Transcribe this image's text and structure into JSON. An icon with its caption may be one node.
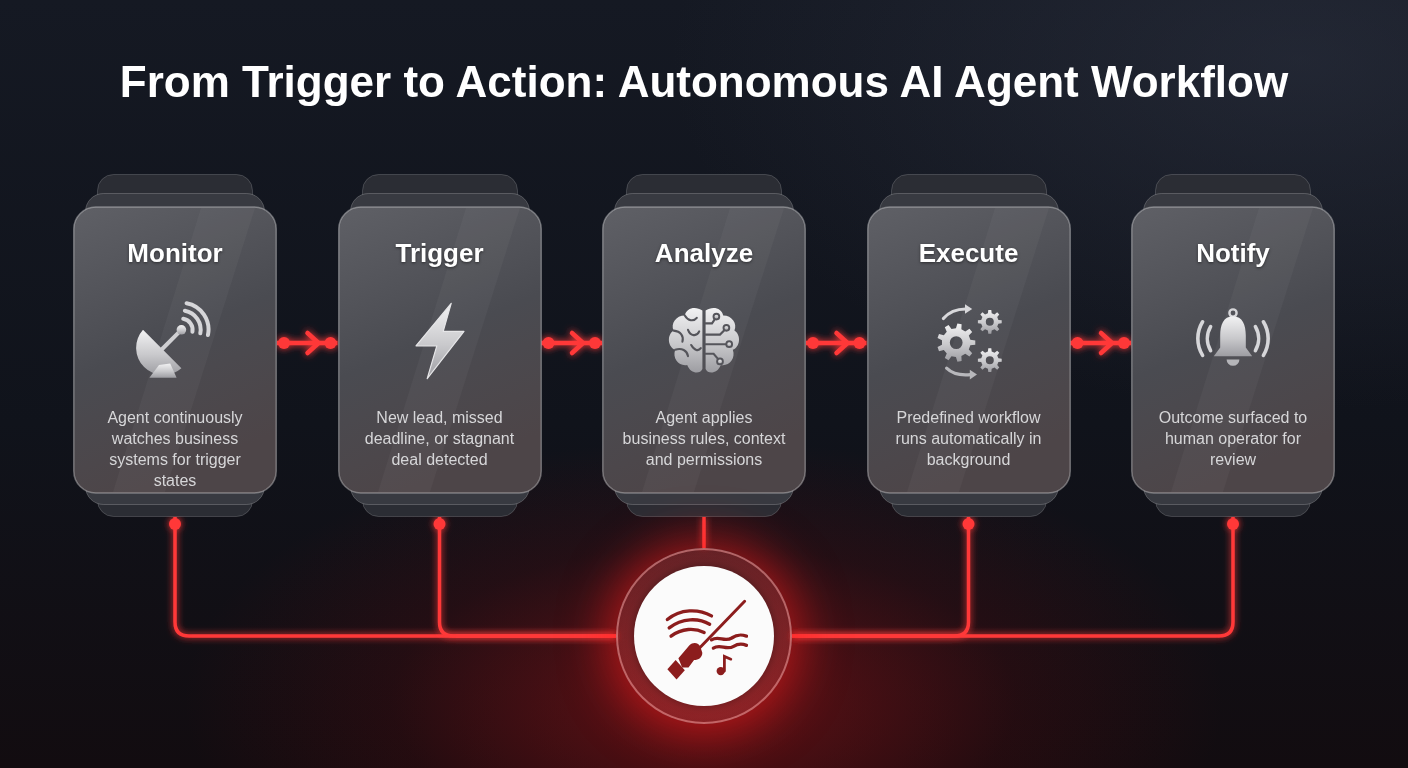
{
  "diagram": {
    "title": "From Trigger to Action: Autonomous AI Agent Workflow",
    "nodes": [
      {
        "text": [
          "Monitor",
          "Agent continuously watches business systems for trigger states"
        ]
      },
      {
        "text": [
          "Trigger",
          "New lead, missed deadline, or stagnant deal detected"
        ]
      },
      {
        "text": [
          "Analyze",
          "Agent applies business rules, context and permissions"
        ]
      },
      {
        "text": [
          "Execute",
          "Predefined workflow runs automatically in background"
        ]
      },
      {
        "text": [
          "Notify",
          "Outcome surfaced to human operator for review"
        ]
      },
      {
        "text": [],
        "shape": "circle"
      }
    ],
    "edges": [
      {
        "from": 0,
        "to": 1,
        "arrow": "to"
      },
      {
        "from": 1,
        "to": 2,
        "arrow": "to"
      },
      {
        "from": 2,
        "to": 3,
        "arrow": "to"
      },
      {
        "from": 3,
        "to": 4,
        "arrow": "to"
      },
      {
        "from": 0,
        "to": 5,
        "arrow": "other"
      },
      {
        "from": 1,
        "to": 5,
        "arrow": "other"
      },
      {
        "from": 2,
        "to": 5,
        "arrow": "none"
      },
      {
        "from": 3,
        "to": 5,
        "arrow": "other"
      },
      {
        "from": 4,
        "to": 5,
        "arrow": "other"
      }
    ]
  }
}
